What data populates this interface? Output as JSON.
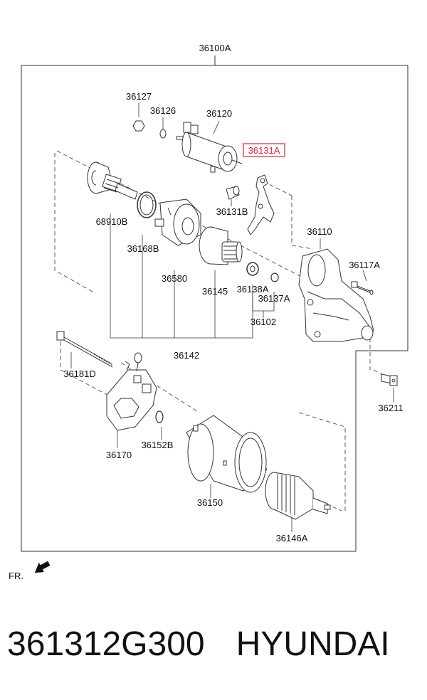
{
  "diagram": {
    "assembly_label": "36100A",
    "parts": {
      "p36127": "36127",
      "p36126": "36126",
      "p36120": "36120",
      "p36131A": "36131A",
      "p36131B": "36131B",
      "p68910B": "68910B",
      "p36168B": "36168B",
      "p36580": "36580",
      "p36145": "36145",
      "p36138A": "36138A",
      "p36137A": "36137A",
      "p36110": "36110",
      "p36117A": "36117A",
      "p36102": "36102",
      "p36142": "36142",
      "p36181D": "36181D",
      "p36211": "36211",
      "p36170": "36170",
      "p36152B": "36152B",
      "p36150": "36150",
      "p36146A": "36146A"
    },
    "front_label": "FR.",
    "highlight_color": "#e0242e"
  },
  "footer": {
    "part_number": "361312G300",
    "brand": "HYUNDAI"
  }
}
